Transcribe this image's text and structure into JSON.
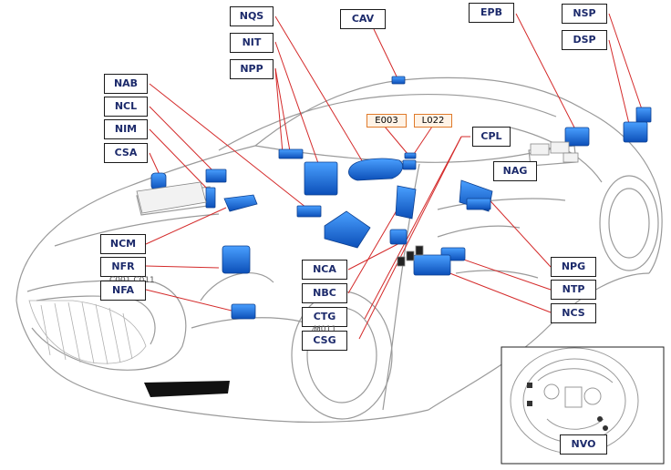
{
  "labels": {
    "nqs": "NQS",
    "nit": "NIT",
    "npp": "NPP",
    "cav": "CAV",
    "epb": "EPB",
    "nsp": "NSP",
    "dsp": "DSP",
    "nab": "NAB",
    "ncl": "NCL",
    "nim": "NIM",
    "csa": "CSA",
    "cpl": "CPL",
    "nag": "NAG",
    "ncm": "NCM",
    "nfr": "NFR",
    "nfa": "NFA",
    "nca": "NCA",
    "nbc": "NBC",
    "ctg": "CTG",
    "csg": "CSG",
    "npg": "NPG",
    "ntp": "NTP",
    "ncs": "NCS",
    "nvo": "NVO"
  },
  "connectors": {
    "e003": "E003",
    "l022": "L022"
  },
  "faint_text": {
    "under_nfr": "C001 C011",
    "under_ctg": "M011"
  },
  "colors": {
    "module": "#1e6fd8",
    "module_dark": "#0d3f8f",
    "leader": "#d42a2a",
    "car_line": "#9a9a9a",
    "connector_border": "#e07a2a"
  }
}
